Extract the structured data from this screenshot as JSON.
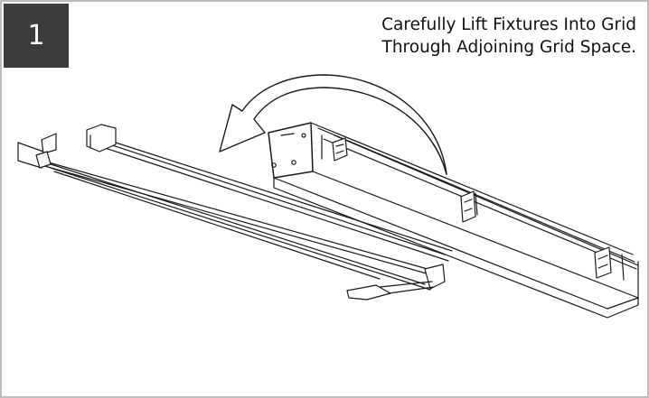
{
  "step": {
    "number": "1"
  },
  "instruction": {
    "line1": "Carefully Lift Fixtures Into Grid",
    "line2": "Through Adjoining Grid Space."
  },
  "colors": {
    "badge_background": "#3c3c3c",
    "badge_text": "#ffffff",
    "frame_border": "#bdbdbd",
    "line_art": "#1a1a1a"
  },
  "icons": [
    "curved-arrow-icon",
    "installed-fixture-icon",
    "lifted-fixture-icon"
  ]
}
